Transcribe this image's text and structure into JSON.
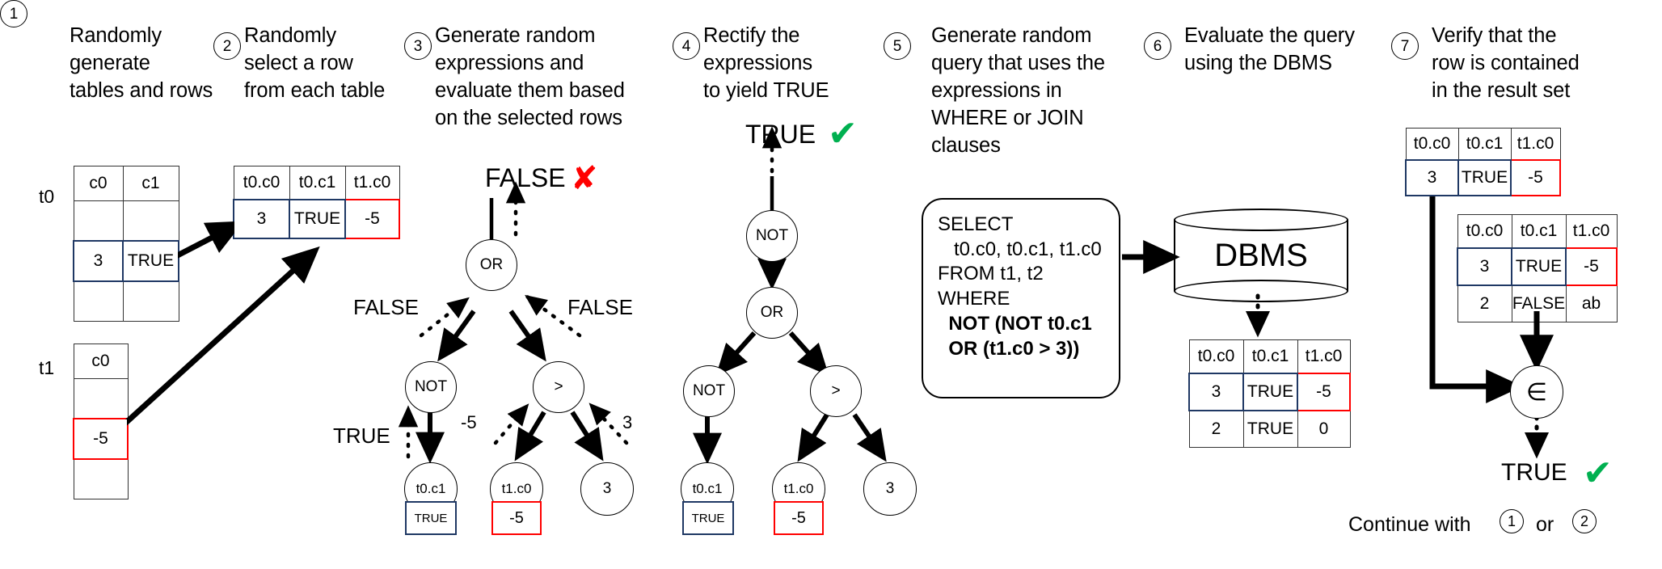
{
  "steps": [
    {
      "num": "1",
      "text": "Randomly\ngenerate\ntables and rows"
    },
    {
      "num": "2",
      "text": "Randomly\nselect a row\nfrom each table"
    },
    {
      "num": "3",
      "text": "Generate random\nexpressions and\nevaluate them based\non the selected rows"
    },
    {
      "num": "4",
      "text": "Rectify the\nexpressions\nto yield TRUE"
    },
    {
      "num": "5",
      "text": "Generate random\nquery that uses the\nexpressions in\nWHERE or JOIN\nclauses"
    },
    {
      "num": "6",
      "text": "Evaluate the query\nusing the DBMS"
    },
    {
      "num": "7",
      "text": "Verify that the\nrow is contained\nin the result set"
    }
  ],
  "tables": {
    "t0": {
      "label": "t0",
      "headers": [
        "c0",
        "c1"
      ],
      "rows": [
        [
          "",
          ""
        ],
        [
          "3",
          "TRUE"
        ],
        [
          "",
          ""
        ]
      ]
    },
    "t1": {
      "label": "t1",
      "headers": [
        "c0"
      ],
      "rows": [
        [
          ""
        ],
        [
          "-5"
        ],
        [
          ""
        ]
      ]
    },
    "selected_row": {
      "headers": [
        "t0.c0",
        "t0.c1",
        "t1.c0"
      ],
      "rows": [
        [
          "3",
          "TRUE",
          "-5"
        ]
      ]
    },
    "dbms_result": {
      "headers": [
        "t0.c0",
        "t0.c1",
        "t1.c0"
      ],
      "rows": [
        [
          "3",
          "TRUE",
          "-5"
        ],
        [
          "2",
          "TRUE",
          "0"
        ]
      ]
    },
    "verify_row": {
      "headers": [
        "t0.c0",
        "t0.c1",
        "t1.c0"
      ],
      "rows": [
        [
          "3",
          "TRUE",
          "-5"
        ]
      ]
    },
    "verify_result_set": {
      "headers": [
        "t0.c0",
        "t0.c1",
        "t1.c0"
      ],
      "rows": [
        [
          "3",
          "TRUE",
          "-5"
        ],
        [
          "2",
          "FALSE",
          "ab"
        ]
      ]
    }
  },
  "tree_step3": {
    "result_label": "FALSE",
    "result_icon": "cross-icon",
    "nodes": {
      "root": "OR",
      "left": "NOT",
      "right": ">",
      "left_leaf": "t0.c1",
      "right_left_leaf": "t1.c0",
      "right_right_leaf": "3"
    },
    "annotations": {
      "left_value": "FALSE",
      "right_value": "FALSE",
      "left_leaf_value": "TRUE",
      "right_leaf_value": "-5"
    },
    "leaf_boxes": {
      "t0c1": "TRUE",
      "t1c0": "-5"
    }
  },
  "tree_step4": {
    "result_label": "TRUE",
    "result_icon": "check-icon",
    "nodes": {
      "root": "NOT",
      "second": "OR",
      "left": "NOT",
      "right": ">",
      "left_leaf": "t0.c1",
      "right_left_leaf": "t1.c0",
      "right_right_leaf": "3"
    },
    "leaf_boxes": {
      "t0c1": "TRUE",
      "t1c0": "-5"
    }
  },
  "sql": {
    "line1": "SELECT",
    "line2": "   t0.c0, t0.c1, t1.c0",
    "line3": "FROM t1, t2",
    "line4": "WHERE",
    "line5": "  NOT (NOT t0.c1",
    "line6": "  OR (t1.c0 > 3))"
  },
  "dbms": {
    "label": "DBMS"
  },
  "verify": {
    "operator": "∈",
    "result_label": "TRUE",
    "result_icon": "check-icon",
    "continue_text": "Continue with",
    "or_text": "or",
    "continue_step_a": "1",
    "continue_step_b": "2"
  },
  "colors": {
    "blue": "#1F3864",
    "red": "#FF0000",
    "green": "#00B050",
    "black": "#000000"
  }
}
